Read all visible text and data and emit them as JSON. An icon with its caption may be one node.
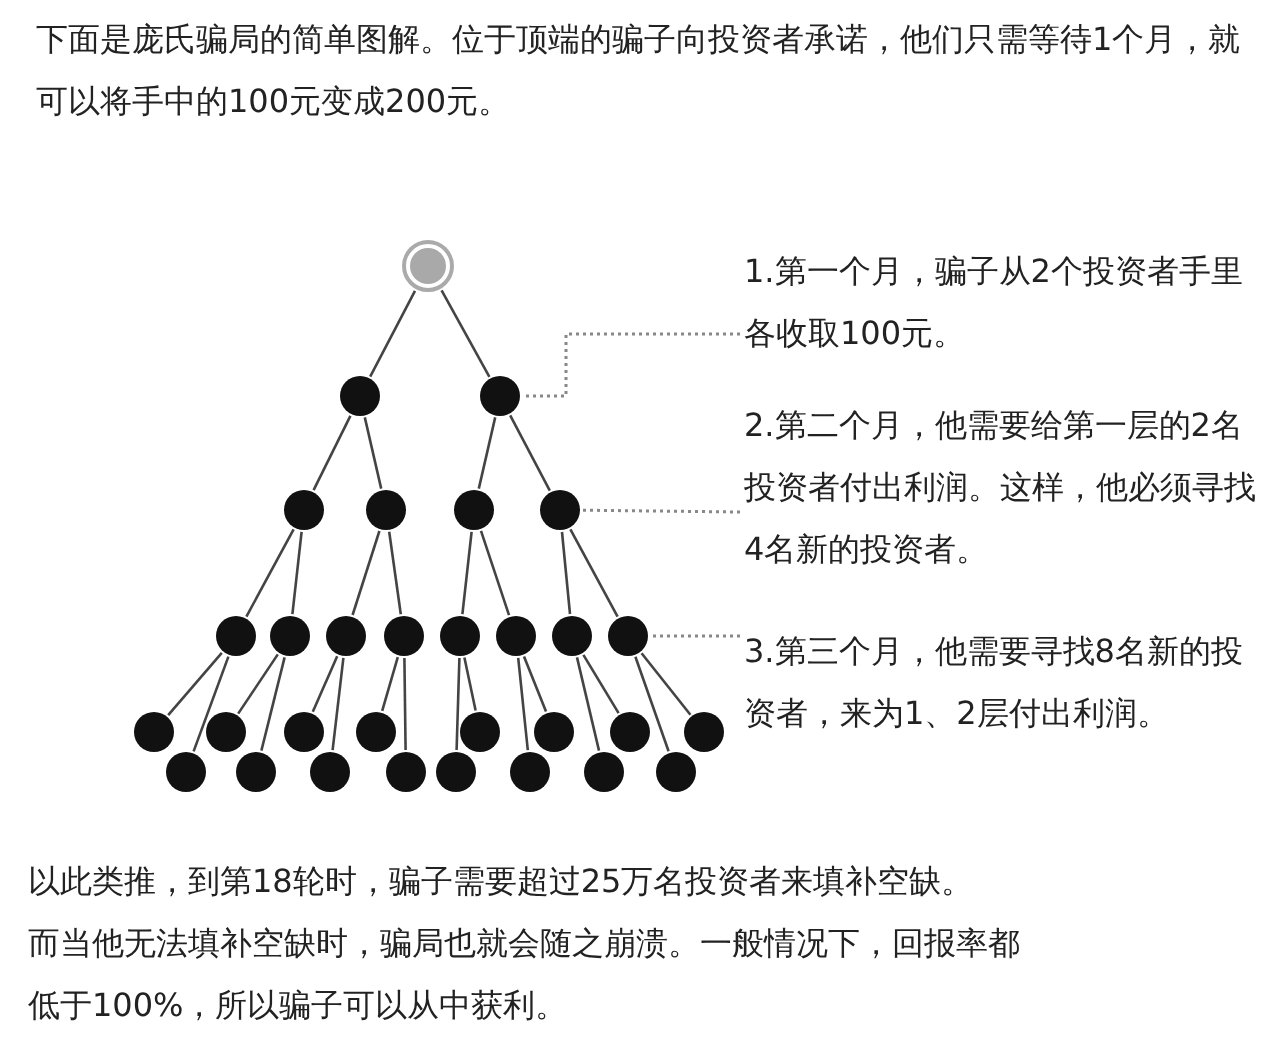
{
  "diagram": {
    "nodes": [
      {
        "text": [],
        "shape": "circle"
      },
      {
        "text": [],
        "shape": "circle"
      },
      {
        "text": [],
        "shape": "circle"
      },
      {
        "text": [],
        "shape": "circle"
      },
      {
        "text": [],
        "shape": "circle"
      },
      {
        "text": [],
        "shape": "circle"
      },
      {
        "text": [],
        "shape": "circle"
      },
      {
        "text": [],
        "shape": "circle"
      },
      {
        "text": [],
        "shape": "circle"
      },
      {
        "text": [],
        "shape": "circle"
      },
      {
        "text": [],
        "shape": "circle"
      },
      {
        "text": [],
        "shape": "circle"
      },
      {
        "text": [],
        "shape": "circle"
      },
      {
        "text": [],
        "shape": "circle"
      },
      {
        "text": [],
        "shape": "circle"
      },
      {
        "text": [],
        "shape": "circle"
      },
      {
        "text": [],
        "shape": "circle"
      },
      {
        "text": [],
        "shape": "circle"
      },
      {
        "text": [],
        "shape": "circle"
      },
      {
        "text": [],
        "shape": "circle"
      },
      {
        "text": [],
        "shape": "circle"
      },
      {
        "text": [],
        "shape": "circle"
      },
      {
        "text": [],
        "shape": "circle"
      },
      {
        "text": [],
        "shape": "circle"
      },
      {
        "text": [],
        "shape": "circle"
      },
      {
        "text": [],
        "shape": "circle"
      },
      {
        "text": [],
        "shape": "circle"
      },
      {
        "text": [],
        "shape": "circle"
      },
      {
        "text": [],
        "shape": "circle"
      },
      {
        "text": [],
        "shape": "circle"
      },
      {
        "text": [],
        "shape": "circle"
      },
      {
        "text": [
          "1.第一个月，骗子从2个投资者手里各收取100元。"
        ]
      },
      {
        "text": [
          "2.第二个月，他需要给第一层的2名投资者付出利润。这样，他必须寻找4名新的投资者。"
        ]
      },
      {
        "text": [
          "3.第三个月，他需要寻找8名新的投资者，来为1、2层付出利润。"
        ]
      }
    ],
    "edges": [
      {
        "from": 0,
        "to": 1,
        "arrow": "none"
      },
      {
        "from": 0,
        "to": 2,
        "arrow": "none"
      },
      {
        "from": 1,
        "to": 3,
        "arrow": "none"
      },
      {
        "from": 1,
        "to": 4,
        "arrow": "none"
      },
      {
        "from": 2,
        "to": 5,
        "arrow": "none"
      },
      {
        "from": 2,
        "to": 6,
        "arrow": "none"
      },
      {
        "from": 3,
        "to": 7,
        "arrow": "none"
      },
      {
        "from": 3,
        "to": 8,
        "arrow": "none"
      },
      {
        "from": 4,
        "to": 9,
        "arrow": "none"
      },
      {
        "from": 4,
        "to": 10,
        "arrow": "none"
      },
      {
        "from": 5,
        "to": 11,
        "arrow": "none"
      },
      {
        "from": 5,
        "to": 12,
        "arrow": "none"
      },
      {
        "from": 6,
        "to": 13,
        "arrow": "none"
      },
      {
        "from": 6,
        "to": 14,
        "arrow": "none"
      },
      {
        "from": 7,
        "to": 15,
        "arrow": "none"
      },
      {
        "from": 7,
        "to": 16,
        "arrow": "none"
      },
      {
        "from": 8,
        "to": 17,
        "arrow": "none"
      },
      {
        "from": 8,
        "to": 18,
        "arrow": "none"
      },
      {
        "from": 9,
        "to": 19,
        "arrow": "none"
      },
      {
        "from": 9,
        "to": 20,
        "arrow": "none"
      },
      {
        "from": 10,
        "to": 21,
        "arrow": "none"
      },
      {
        "from": 10,
        "to": 22,
        "arrow": "none"
      },
      {
        "from": 11,
        "to": 23,
        "arrow": "none"
      },
      {
        "from": 11,
        "to": 24,
        "arrow": "none"
      },
      {
        "from": 12,
        "to": 25,
        "arrow": "none"
      },
      {
        "from": 12,
        "to": 26,
        "arrow": "none"
      },
      {
        "from": 13,
        "to": 27,
        "arrow": "none"
      },
      {
        "from": 13,
        "to": 28,
        "arrow": "none"
      },
      {
        "from": 14,
        "to": 29,
        "arrow": "none"
      },
      {
        "from": 14,
        "to": 30,
        "arrow": "none"
      },
      {
        "from": 31,
        "to": 2,
        "arrow": "none",
        "style": "dashed"
      },
      {
        "from": 32,
        "to": 6,
        "arrow": "none",
        "style": "dashed"
      },
      {
        "from": 33,
        "to": 14,
        "arrow": "none",
        "style": "dashed"
      }
    ],
    "labels": [
      "下面是庞氏骗局的简单图解。位于顶端的骗子向投资者承诺，他们只需等待1个月，就可以将手中的100元变成200元。",
      "以此类推，到第18轮时，骗子需要超过25万名投资者来填补空缺。",
      "而当他无法填补空缺时，骗局也就会随之崩溃。一般情况下，回报率都低于100%，所以骗子可以从中获利。"
    ]
  }
}
